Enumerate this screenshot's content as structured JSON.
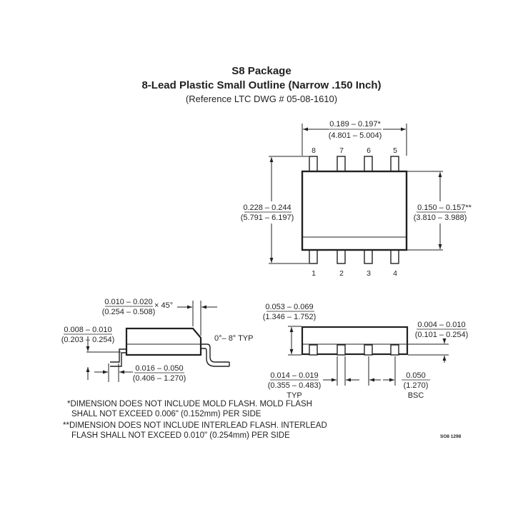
{
  "title": {
    "package": "S8 Package",
    "description": "8-Lead Plastic Small Outline (Narrow .150 Inch)",
    "reference": "(Reference LTC DWG # 05-08-1610)"
  },
  "top_view": {
    "pins_top": [
      "8",
      "7",
      "6",
      "5"
    ],
    "pins_bottom": [
      "1",
      "2",
      "3",
      "4"
    ],
    "dim_length": {
      "inch": "0.189 – 0.197*",
      "mm": "(4.801 – 5.004)"
    },
    "dim_overall_width": {
      "inch": "0.228 – 0.244",
      "mm": "(5.791 – 6.197)"
    },
    "dim_body_width": {
      "inch": "0.150 – 0.157**",
      "mm": "(3.810 – 3.988)"
    }
  },
  "side_view_left": {
    "dim_chamfer": {
      "inch": "0.010 – 0.020",
      "mm": "(0.254 – 0.508)",
      "angle": "× 45°"
    },
    "dim_lead_thickness": {
      "inch": "0.008 – 0.010",
      "mm": "(0.203 – 0.254)"
    },
    "dim_foot_length": {
      "inch": "0.016 – 0.050",
      "mm": "(0.406 – 1.270)"
    },
    "lead_angle": "0°– 8° TYP"
  },
  "side_view_right": {
    "dim_height": {
      "inch": "0.053 – 0.069",
      "mm": "(1.346 – 1.752)"
    },
    "dim_standoff": {
      "inch": "0.004 – 0.010",
      "mm": "(0.101 – 0.254)"
    },
    "dim_lead_width": {
      "inch": "0.014 – 0.019",
      "mm": "(0.355 – 0.483)",
      "suffix": "TYP"
    },
    "dim_pitch": {
      "inch": "0.050",
      "mm": "(1.270)",
      "suffix": "BSC"
    }
  },
  "notes": {
    "note1_line1": "*DIMENSION DOES NOT INCLUDE MOLD FLASH. MOLD FLASH",
    "note1_line2": "SHALL NOT EXCEED 0.006\" (0.152mm) PER SIDE",
    "note2_line1": "**DIMENSION DOES NOT INCLUDE INTERLEAD FLASH. INTERLEAD",
    "note2_line2": "FLASH SHALL NOT EXCEED 0.010\" (0.254mm) PER SIDE"
  },
  "drawing_code": "SO8 1298"
}
